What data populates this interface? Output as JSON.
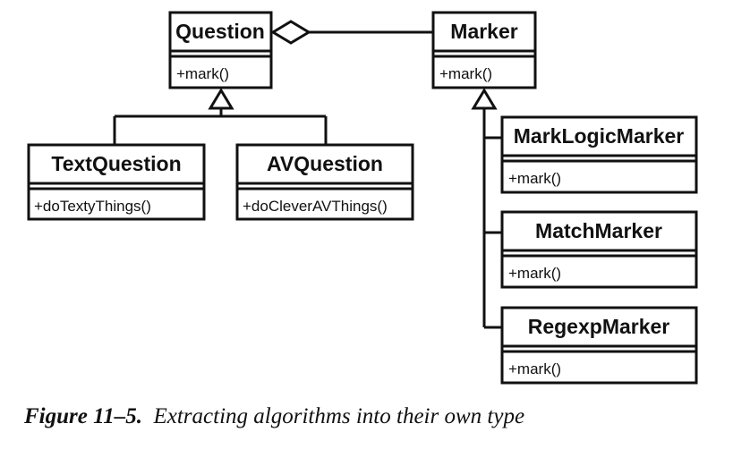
{
  "classes": {
    "question": {
      "name": "Question",
      "op": "+mark()"
    },
    "marker": {
      "name": "Marker",
      "op": "+mark()"
    },
    "text_question": {
      "name": "TextQuestion",
      "op": "+doTextyThings()"
    },
    "av_question": {
      "name": "AVQuestion",
      "op": "+doCleverAVThings()"
    },
    "marklogic_marker": {
      "name": "MarkLogicMarker",
      "op": "+mark()"
    },
    "match_marker": {
      "name": "MatchMarker",
      "op": "+mark()"
    },
    "regexp_marker": {
      "name": "RegexpMarker",
      "op": "+mark()"
    }
  },
  "caption": {
    "label": "Figure 11–5.",
    "text": "Extracting algorithms into their own type"
  }
}
